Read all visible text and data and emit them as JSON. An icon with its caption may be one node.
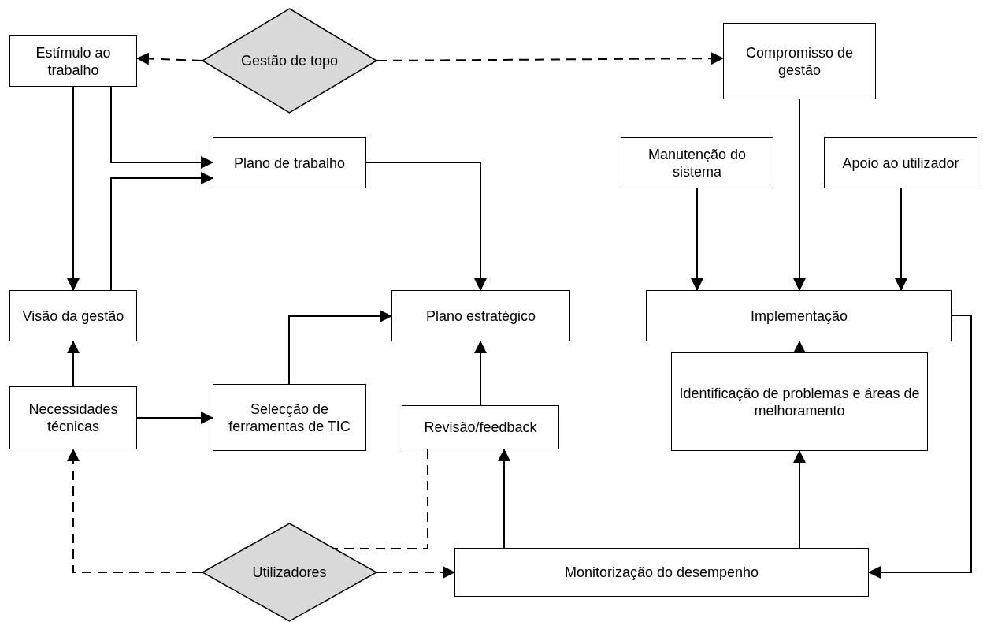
{
  "diagram": {
    "nodes": [
      {
        "text": [
          "Estímulo ao trabalho"
        ]
      },
      {
        "text": [
          "Gestão de topo"
        ]
      },
      {
        "text": [
          "Compromisso de gestão"
        ]
      },
      {
        "text": [
          "Plano de trabalho"
        ]
      },
      {
        "text": [
          "Manutenção do sistema"
        ]
      },
      {
        "text": [
          "Apoio ao utilizador"
        ]
      },
      {
        "text": [
          "Visão da gestão"
        ]
      },
      {
        "text": [
          "Plano estratégico"
        ]
      },
      {
        "text": [
          "Implementação"
        ]
      },
      {
        "text": [
          "Necessidades técnicas"
        ]
      },
      {
        "text": [
          "Selecção de ferramentas de TIC"
        ]
      },
      {
        "text": [
          "Revisão/feedback"
        ]
      },
      {
        "text": [
          "Identificação de problemas e áreas de melhoramento"
        ]
      },
      {
        "text": [
          "Utilizadores"
        ]
      },
      {
        "text": [
          "Monitorização do desempenho"
        ]
      }
    ],
    "edges": [
      {
        "from": 1,
        "to": 0,
        "arrow": "to",
        "style": "dashed"
      },
      {
        "from": 1,
        "to": 2,
        "arrow": "to",
        "style": "dashed"
      },
      {
        "from": 0,
        "to": 6,
        "arrow": "to"
      },
      {
        "from": 0,
        "to": 3,
        "arrow": "to"
      },
      {
        "from": 6,
        "to": 3,
        "arrow": "to"
      },
      {
        "from": 3,
        "to": 7,
        "arrow": "to"
      },
      {
        "from": 2,
        "to": 8,
        "arrow": "to"
      },
      {
        "from": 4,
        "to": 8,
        "arrow": "to"
      },
      {
        "from": 5,
        "to": 8,
        "arrow": "to"
      },
      {
        "from": 9,
        "to": 6,
        "arrow": "to"
      },
      {
        "from": 9,
        "to": 10,
        "arrow": "to"
      },
      {
        "from": 10,
        "to": 7,
        "arrow": "to"
      },
      {
        "from": 11,
        "to": 7,
        "arrow": "to"
      },
      {
        "from": 14,
        "to": 11,
        "arrow": "to"
      },
      {
        "from": 11,
        "to": 13,
        "arrow": "to",
        "style": "dashed"
      },
      {
        "from": 13,
        "to": 9,
        "arrow": "to",
        "style": "dashed"
      },
      {
        "from": 13,
        "to": 14,
        "arrow": "to",
        "style": "dashed"
      },
      {
        "from": 14,
        "to": 12,
        "arrow": "to"
      },
      {
        "from": 12,
        "to": 8,
        "arrow": "to"
      },
      {
        "from": 8,
        "to": 14,
        "arrow": "to"
      }
    ]
  }
}
